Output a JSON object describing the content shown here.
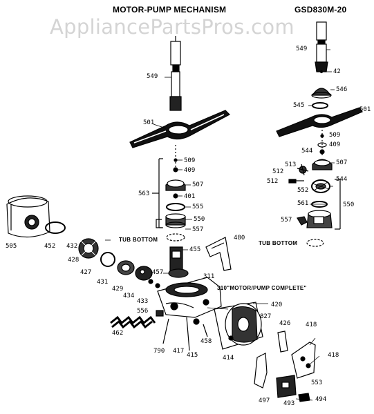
{
  "header": {
    "title": "MOTOR-PUMP MECHANISM",
    "model": "GSD830M-20",
    "watermark": "AppliancePartsPros.com"
  },
  "notes": {
    "tub_bottom_left": "TUB BOTTOM",
    "tub_bottom_right": "TUB BOTTOM",
    "motor_pump_complete": "310\"MOTOR/PUMP COMPLETE\""
  },
  "part_labels": {
    "p549a": "549",
    "p549b": "549",
    "p42": "42",
    "p546": "546",
    "p545": "545",
    "p501a": "501",
    "p501b": "501",
    "p509a": "509",
    "p409a": "409",
    "p509b": "509",
    "p409b": "409",
    "p544a": "544",
    "p507a": "507",
    "p507b": "507",
    "p513": "513",
    "p512a": "512",
    "p512b": "512",
    "p544b": "544",
    "p552": "552",
    "p561": "561",
    "p550a": "550",
    "p550b": "550",
    "p557a": "557",
    "p557b": "557",
    "p563": "563",
    "p401": "401",
    "p555": "555",
    "p505": "505",
    "p452": "452",
    "p432": "432",
    "p428": "428",
    "p427": "427",
    "p431": "431",
    "p429": "429",
    "p434": "434",
    "p433": "433",
    "p457": "457",
    "p455": "455",
    "p480": "480",
    "p311": "311",
    "p420": "420",
    "p556": "556",
    "p827": "827",
    "p462": "462",
    "p426": "426",
    "p418a": "418",
    "p418b": "418",
    "p790": "790",
    "p417": "417",
    "p415": "415",
    "p458": "458",
    "p414": "414",
    "p553": "553",
    "p497": "497",
    "p493": "493",
    "p494": "494"
  },
  "colors": {
    "ink": "#000000",
    "watermark": "#d4d4d4",
    "paper": "#ffffff"
  }
}
